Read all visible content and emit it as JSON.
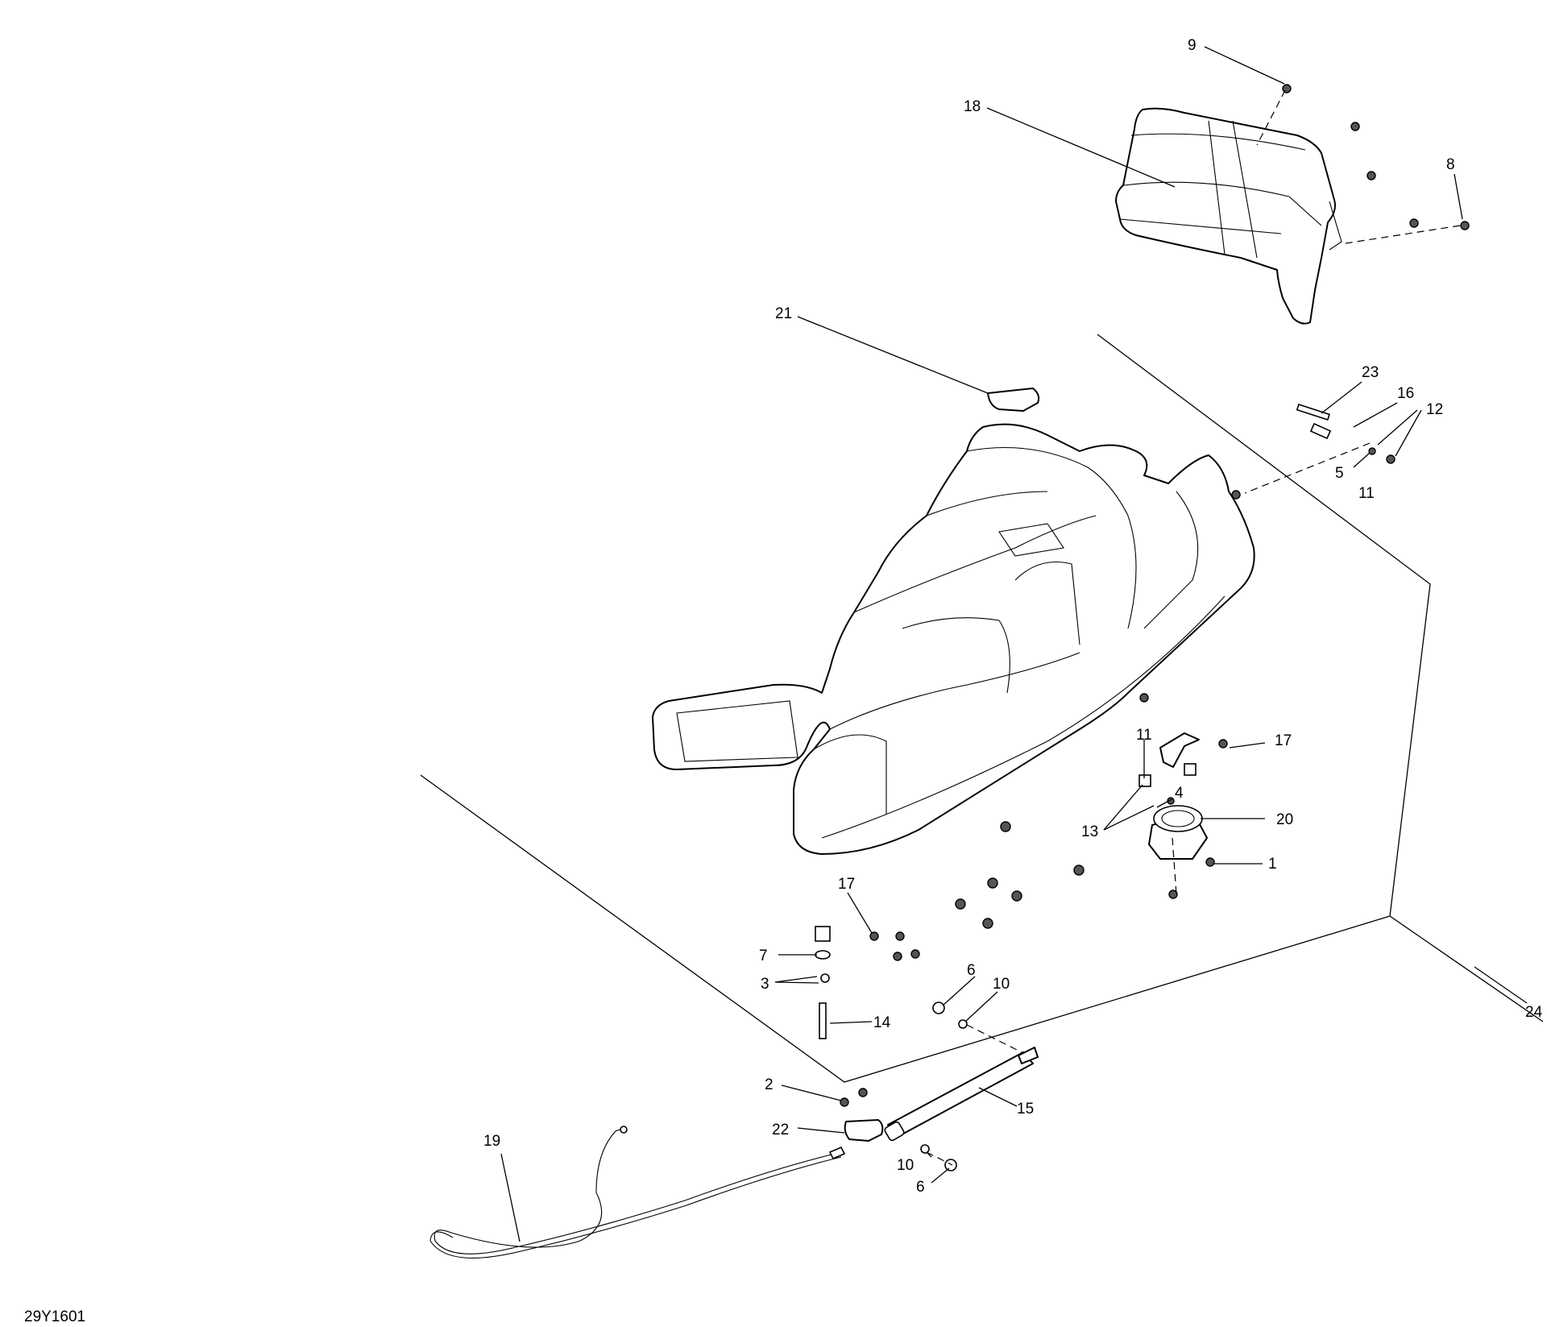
{
  "reference_code": "29Y1601",
  "callouts": [
    {
      "id": "c9",
      "label": "9"
    },
    {
      "id": "c18",
      "label": "18"
    },
    {
      "id": "c8",
      "label": "8"
    },
    {
      "id": "c21",
      "label": "21"
    },
    {
      "id": "c23",
      "label": "23"
    },
    {
      "id": "c16",
      "label": "16"
    },
    {
      "id": "c12",
      "label": "12"
    },
    {
      "id": "c5",
      "label": "5"
    },
    {
      "id": "c11a",
      "label": "11"
    },
    {
      "id": "c11b",
      "label": "11"
    },
    {
      "id": "c17a",
      "label": "17"
    },
    {
      "id": "c4",
      "label": "4"
    },
    {
      "id": "c13",
      "label": "13"
    },
    {
      "id": "c20",
      "label": "20"
    },
    {
      "id": "c1",
      "label": "1"
    },
    {
      "id": "c17b",
      "label": "17"
    },
    {
      "id": "c7",
      "label": "7"
    },
    {
      "id": "c3",
      "label": "3"
    },
    {
      "id": "c14",
      "label": "14"
    },
    {
      "id": "c6a",
      "label": "6"
    },
    {
      "id": "c10a",
      "label": "10"
    },
    {
      "id": "c24",
      "label": "24"
    },
    {
      "id": "c2",
      "label": "2"
    },
    {
      "id": "c15",
      "label": "15"
    },
    {
      "id": "c22",
      "label": "22"
    },
    {
      "id": "c19",
      "label": "19"
    },
    {
      "id": "c10b",
      "label": "10"
    },
    {
      "id": "c6b",
      "label": "6"
    }
  ]
}
